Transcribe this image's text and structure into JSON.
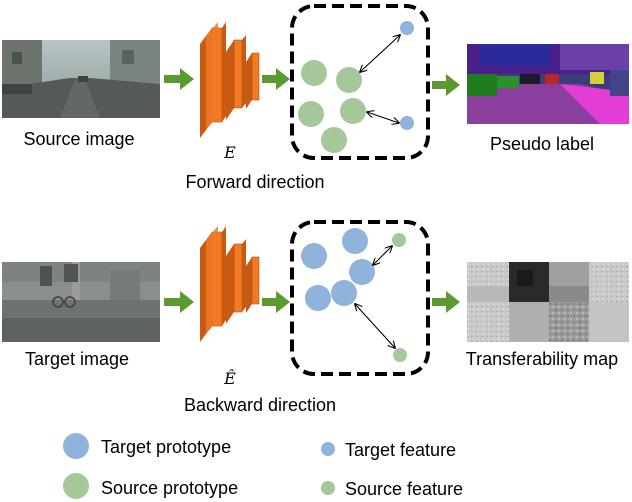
{
  "colors": {
    "arrow": "#5a9a30",
    "encoder_front": "#f07a26",
    "encoder_back": "#c85a12",
    "target_blue": "#8fb3db",
    "source_green": "#a6c79a",
    "box_border": "#000000"
  },
  "forward": {
    "source_image_label": "Source image",
    "encoder_label": "E",
    "direction_label": "Forward direction",
    "output_label": "Pseudo label"
  },
  "backward": {
    "target_image_label": "Target image",
    "encoder_label": "Ê",
    "direction_label": "Backward direction",
    "output_label": "Transferability map"
  },
  "legend": {
    "target_prototype": "Target prototype",
    "source_prototype": "Source prototype",
    "target_feature": "Target feature",
    "source_feature": "Source feature"
  }
}
